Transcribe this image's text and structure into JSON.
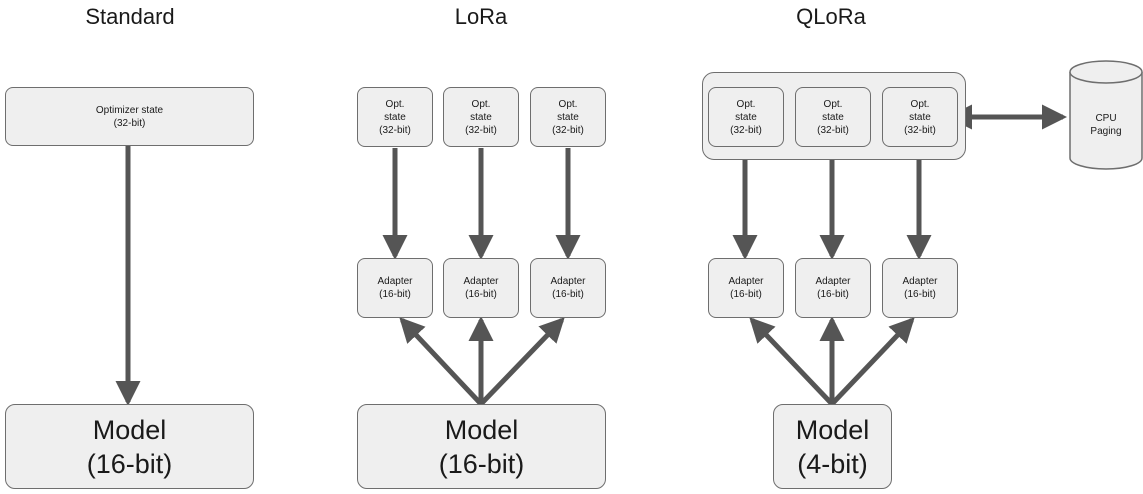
{
  "columns": {
    "standard": {
      "title": "Standard",
      "optimizer": "Optimizer state\n(32-bit)",
      "model": "Model\n(16-bit)"
    },
    "lora": {
      "title": "LoRa",
      "opt_states": [
        "Opt.\nstate\n(32-bit)",
        "Opt.\nstate\n(32-bit)",
        "Opt.\nstate\n(32-bit)"
      ],
      "adapters": [
        "Adapter\n(16-bit)",
        "Adapter\n(16-bit)",
        "Adapter\n(16-bit)"
      ],
      "model": "Model\n(16-bit)"
    },
    "qlora": {
      "title": "QLoRa",
      "opt_states": [
        "Opt.\nstate\n(32-bit)",
        "Opt.\nstate\n(32-bit)",
        "Opt.\nstate\n(32-bit)"
      ],
      "adapters": [
        "Adapter\n(16-bit)",
        "Adapter\n(16-bit)",
        "Adapter\n(16-bit)"
      ],
      "model": "Model\n(4-bit)",
      "cpu_paging": "CPU\nPaging"
    }
  },
  "colors": {
    "box_fill": "#efefef",
    "box_border": "#6e6e6e",
    "arrow": "#555555"
  }
}
